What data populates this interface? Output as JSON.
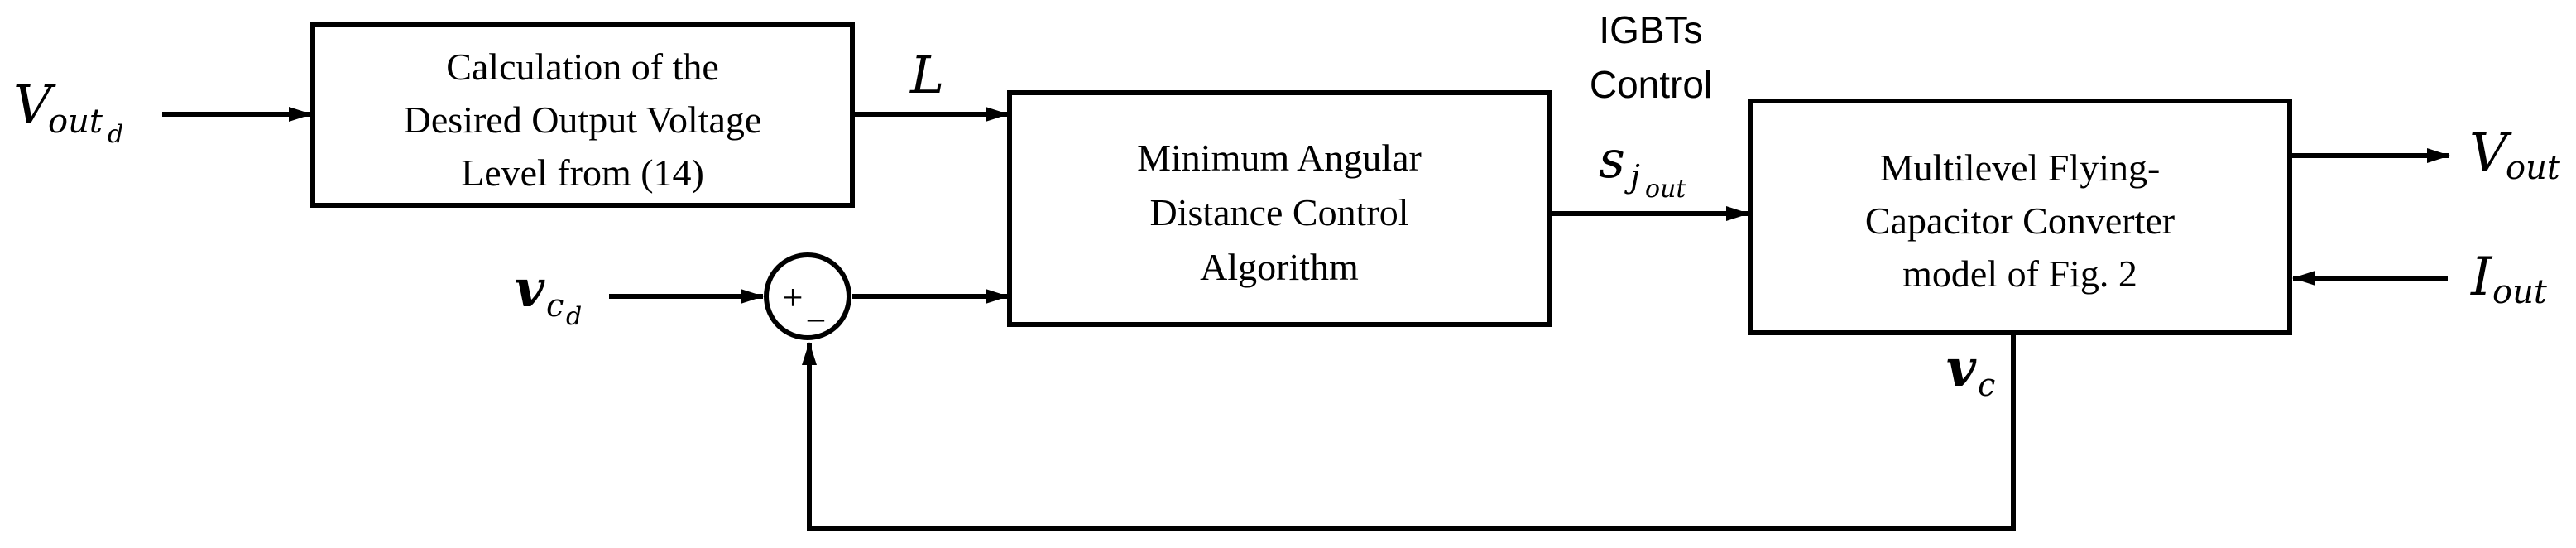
{
  "blocks": {
    "calc": {
      "lines": [
        "Calculation of the",
        "Desired Output Voltage",
        "Level from (14)"
      ]
    },
    "madc": {
      "lines": [
        "Minimum Angular",
        "Distance Control",
        "Algorithm"
      ]
    },
    "converter": {
      "lines": [
        "Multilevel Flying-",
        "Capacitor Converter",
        "model of Fig. 2"
      ]
    }
  },
  "labels": {
    "igbts_line1": "IGBTs",
    "igbts_line2": "Control",
    "vout_d_main": "V",
    "vout_d_sub_main": "out",
    "vout_d_sub_sub": "d",
    "L": "L",
    "vc_d_main": "v",
    "vc_d_sub_main": "c",
    "vc_d_sub_sub": "d",
    "s_main": "s",
    "s_sub_main": "j",
    "s_sub_sub": "out",
    "vout_main": "V",
    "vout_sub": "out",
    "iout_main": "I",
    "iout_sub": "out",
    "vc_main": "v",
    "vc_sub": "c"
  },
  "summing_junction": {
    "plus": "+",
    "minus": "−"
  }
}
